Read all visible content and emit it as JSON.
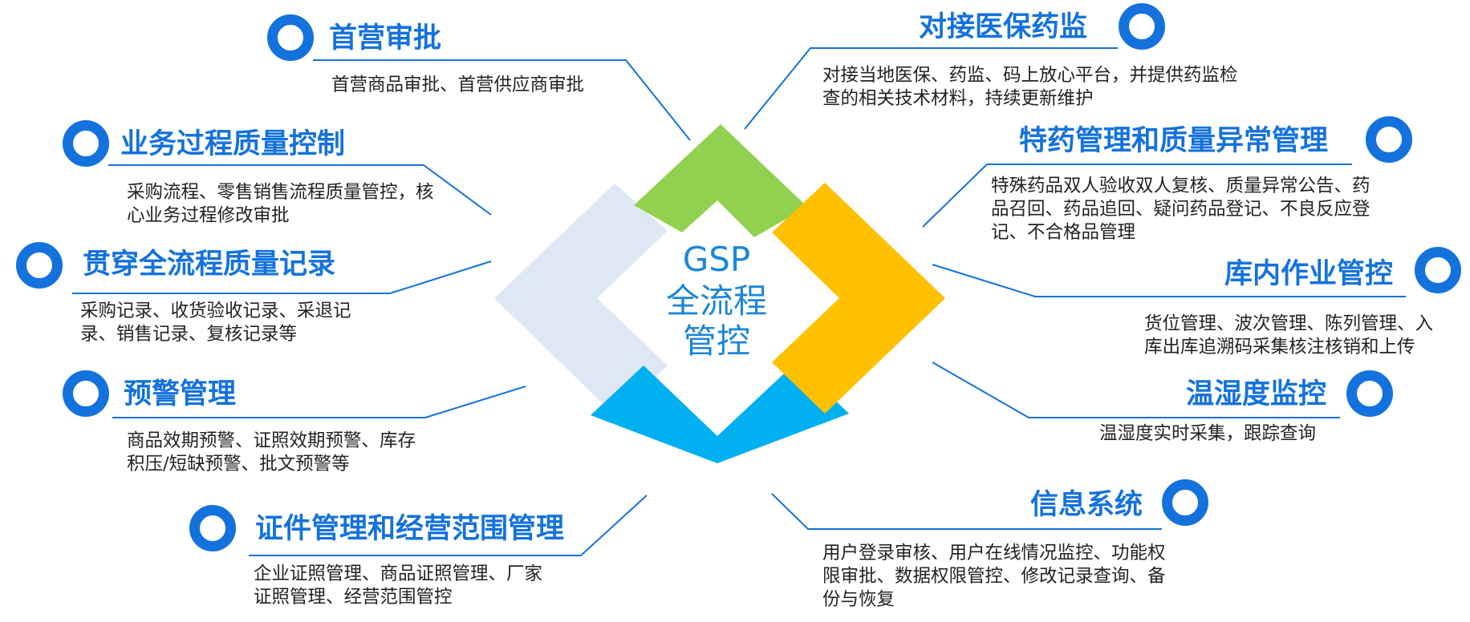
{
  "center": {
    "line1": "GSP",
    "line2": "全流程",
    "line3": "管控"
  },
  "colors": {
    "accent": "#1472dc",
    "center_text": "#1c86d8",
    "shape_green": "#92d050",
    "shape_orange": "#ffc000",
    "shape_blue": "#00b0f0",
    "shape_lightblue": "#dde8f4"
  },
  "left_items": [
    {
      "title": "首营审批",
      "desc": "首营商品审批、首营供应商审批"
    },
    {
      "title": "业务过程质量控制",
      "desc": "采购流程、零售销售流程质量管控，核心业务过程修改审批"
    },
    {
      "title": "贯穿全流程质量记录",
      "desc": "采购记录、收货验收记录、采退记录、销售记录、复核记录等"
    },
    {
      "title": "预警管理",
      "desc": "商品效期预警、证照效期预警、库存积压/短缺预警、批文预警等"
    },
    {
      "title": "证件管理和经营范围管理",
      "desc": "企业证照管理、商品证照管理、厂家证照管理、经营范围管控"
    }
  ],
  "right_items": [
    {
      "title": "对接医保药监",
      "desc": "对接当地医保、药监、码上放心平台，并提供药监检查的相关技术材料，持续更新维护"
    },
    {
      "title": "特药管理和质量异常管理",
      "desc": "特殊药品双人验收双人复核、质量异常公告、药品召回、药品追回、疑问药品登记、不良反应登记、不合格品管理"
    },
    {
      "title": "库内作业管控",
      "desc": "货位管理、波次管理、陈列管理、入库出库追溯码采集核注核销和上传"
    },
    {
      "title": "温湿度监控",
      "desc": "温湿度实时采集，跟踪查询"
    },
    {
      "title": "信息系统",
      "desc": "用户登录审核、用户在线情况监控、功能权限审批、数据权限管控、修改记录查询、备份与恢复"
    }
  ]
}
